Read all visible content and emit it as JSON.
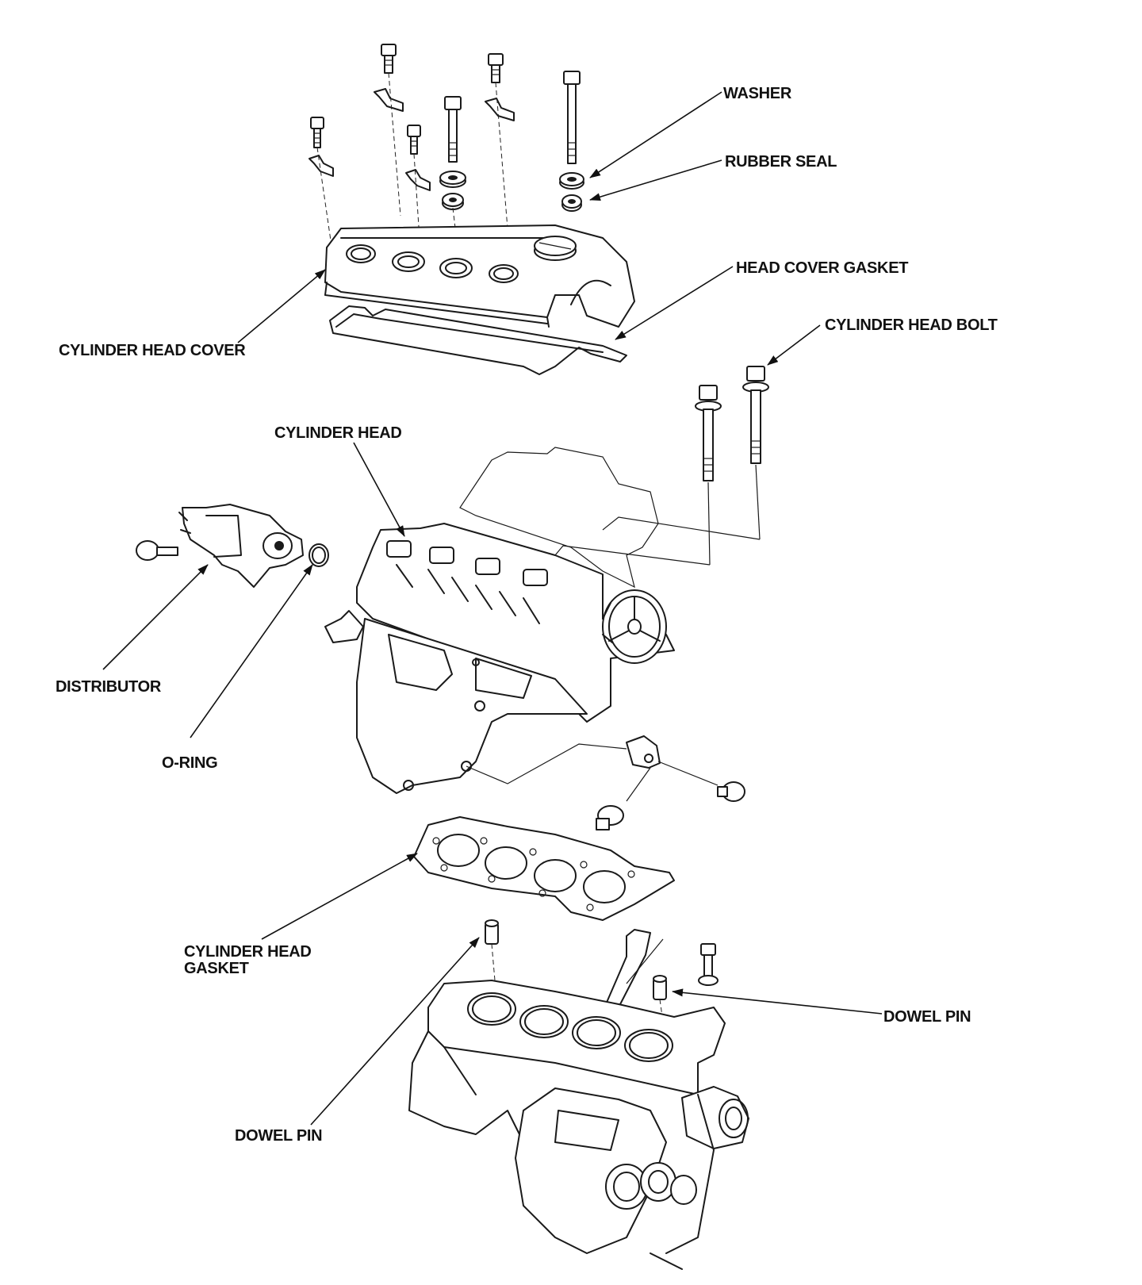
{
  "labels": {
    "washer": "WASHER",
    "rubber_seal": "RUBBER SEAL",
    "head_cover_gasket": "HEAD COVER GASKET",
    "cylinder_head_bolt": "CYLINDER HEAD BOLT",
    "cylinder_head_cover": "CYLINDER HEAD COVER",
    "cylinder_head": "CYLINDER HEAD",
    "distributor": "DISTRIBUTOR",
    "o_ring": "O-RING",
    "cylinder_head_gasket_line1": "CYLINDER HEAD",
    "cylinder_head_gasket_line2": "GASKET",
    "dowel_pin_right": "DOWEL PIN",
    "dowel_pin_left": "DOWEL PIN"
  },
  "colors": {
    "ink": "#111111",
    "paper": "#ffffff"
  }
}
